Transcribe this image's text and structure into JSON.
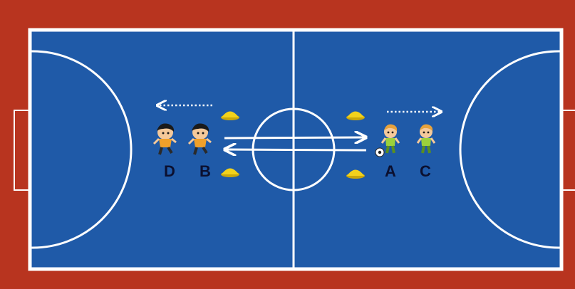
{
  "colors": {
    "surround": "#b8341f",
    "court": "#1f5aa8",
    "line": "#ffffff",
    "cone": "#f2d21c",
    "label": "#0b1030",
    "arrow": "#ffffff",
    "player_left_shirt": "#f0a02a",
    "player_right_shirt": "#9bd13c"
  },
  "players": [
    {
      "id": "D",
      "label": "D",
      "team": "left"
    },
    {
      "id": "B",
      "label": "B",
      "team": "left"
    },
    {
      "id": "A",
      "label": "A",
      "team": "right",
      "has_ball": true
    },
    {
      "id": "C",
      "label": "C",
      "team": "right"
    }
  ],
  "arrows": [
    {
      "from": "B",
      "to": "A",
      "style": "solid"
    },
    {
      "from": "A",
      "to": "B",
      "style": "solid"
    },
    {
      "from": "D",
      "direction": "left",
      "style": "dotted"
    },
    {
      "from": "C",
      "direction": "right",
      "style": "dotted"
    }
  ],
  "cones": 4,
  "icons": [
    "cone-icon",
    "ball-icon",
    "player-icon"
  ]
}
